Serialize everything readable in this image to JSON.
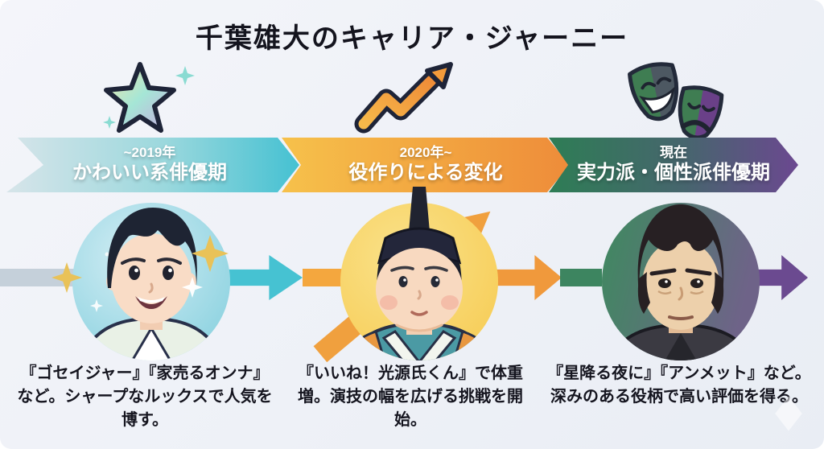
{
  "title": "千葉雄大のキャリア・ジャーニー",
  "phases": [
    {
      "period": "~2019年",
      "label": "かわいい系俳優期",
      "description": "『ゴセイジャー』『家売るオンナ』など。シャープなルックスで人気を博す。",
      "icon": "star-icon",
      "accent_color": "#45c1d2"
    },
    {
      "period": "2020年~",
      "label": "役作りによる変化",
      "description": "『いいね！光源氏くん』で体重増。演技の幅を広げる挑戦を開始。",
      "icon": "trending-up-icon",
      "accent_color": "#f0993c"
    },
    {
      "period": "現在",
      "label": "実力派・個性派俳優期",
      "description": "『星降る夜に』『アンメット』など。深みのある役柄で高い評価を得る。",
      "icon": "theater-masks-icon",
      "accent_color": "#6b4a90"
    }
  ],
  "timeline_colors": {
    "start_bar": "#c5d0da",
    "phase1_arrow": "#46c2d2",
    "phase2_arrow": "#f0993c",
    "phase3_arrow": "#3d8560",
    "end_arrow": "#6b4a90"
  }
}
